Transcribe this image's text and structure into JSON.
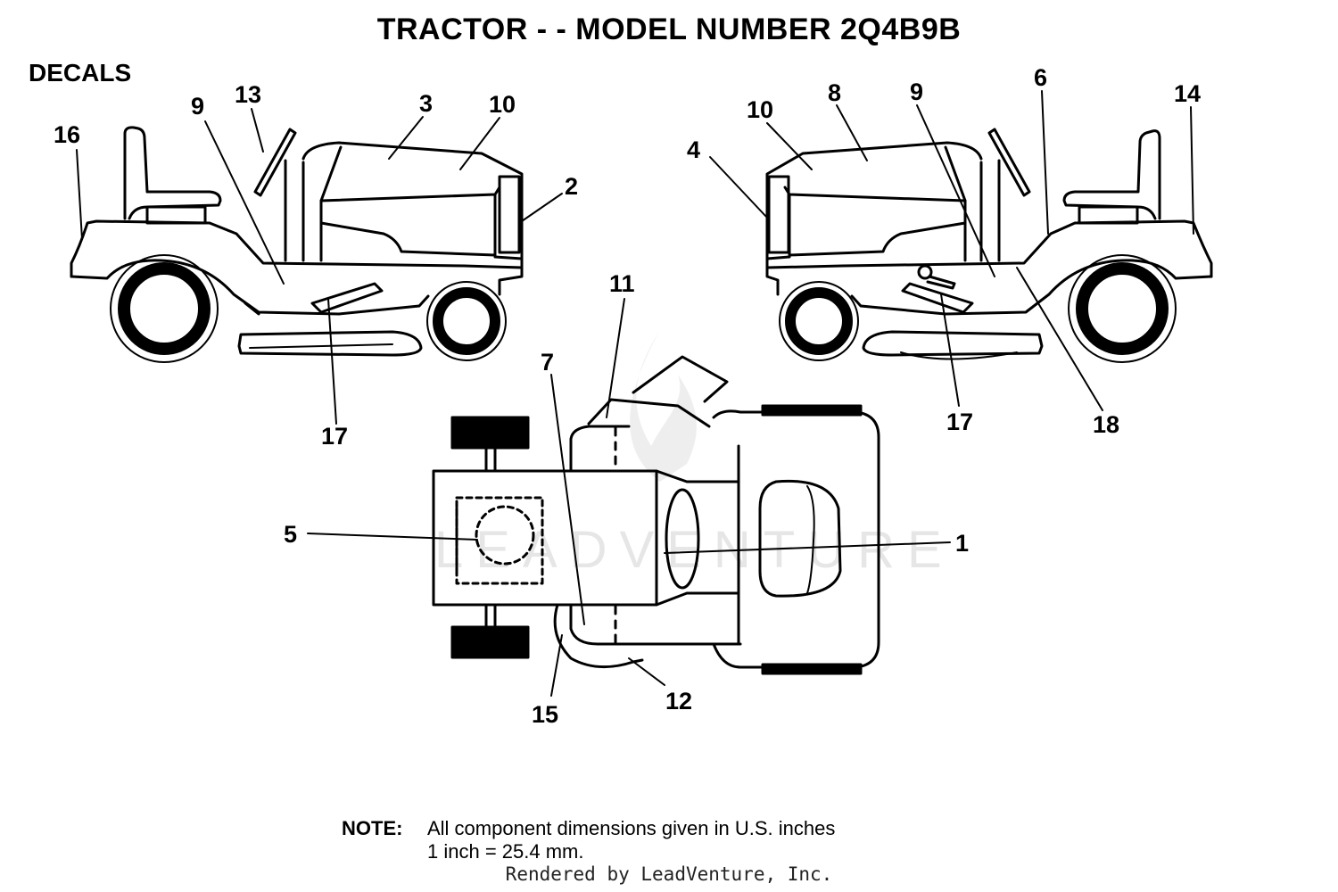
{
  "title": "TRACTOR - - MODEL NUMBER 2Q4B9B",
  "section": "DECALS",
  "watermark": "LEADVENTURE",
  "callouts": {
    "c1": "1",
    "c2": "2",
    "c3": "3",
    "c4": "4",
    "c5": "5",
    "c6": "6",
    "c7": "7",
    "c8": "8",
    "c9a": "9",
    "c9b": "9",
    "c10a": "10",
    "c10b": "10",
    "c11": "11",
    "c12": "12",
    "c13": "13",
    "c14": "14",
    "c15": "15",
    "c16": "16",
    "c17a": "17",
    "c17b": "17",
    "c18": "18"
  },
  "note": {
    "label": "NOTE:",
    "line1": "All component dimensions given in U.S. inches",
    "line2": "1 inch = 25.4 mm."
  },
  "footer": "Rendered by LeadVenture, Inc."
}
